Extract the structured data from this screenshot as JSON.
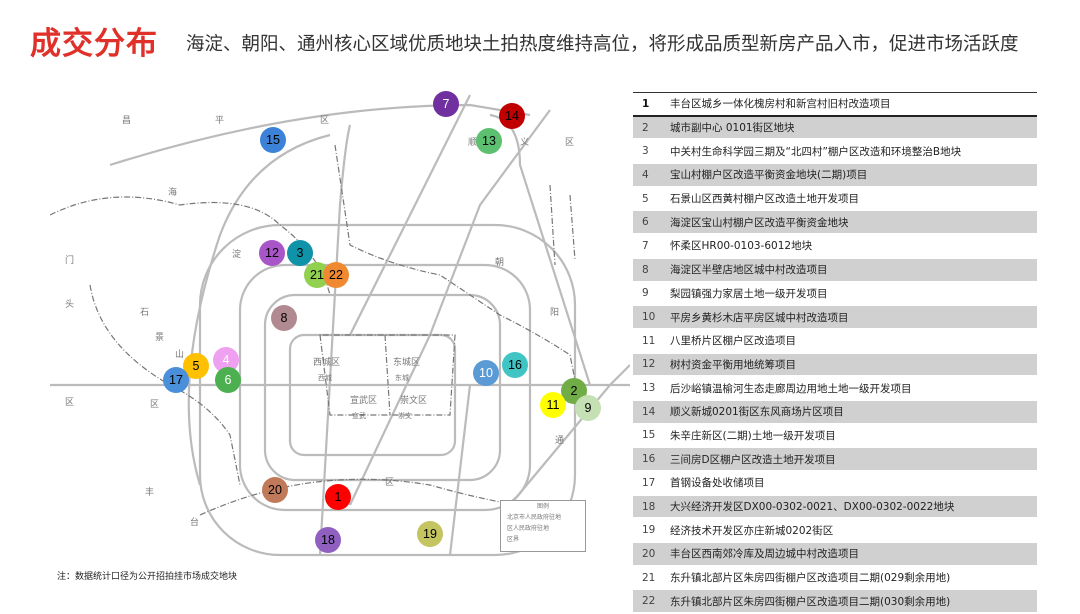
{
  "header": {
    "title": "成交分布",
    "subtitle": "海淀、朝阳、通州核心区域优质地块土拍热度维持高位，将形成品质型新房产品入市，促进市场活跃度"
  },
  "colors": {
    "title": "#e0302a",
    "table_shade": "#d0d0d0"
  },
  "map": {
    "district_labels": [
      "昌",
      "平",
      "区",
      "海",
      "淀",
      "门",
      "头",
      "石",
      "景",
      "山",
      "区",
      "顺",
      "义",
      "区",
      "朝",
      "阳",
      "西城区",
      "东城区",
      "宣武区",
      "崇文区",
      "丰",
      "台",
      "区",
      "西城",
      "东城",
      "宣武",
      "崇文",
      "通",
      "区"
    ],
    "legend": {
      "title": "图例",
      "items": [
        "北京市人民政府驻地",
        "区人民政府驻地",
        "区界"
      ]
    },
    "markers": [
      {
        "n": "1",
        "color": "#ff0000",
        "text": "#000"
      },
      {
        "n": "2",
        "color": "#70ad47",
        "text": "#000"
      },
      {
        "n": "3",
        "color": "#1092a8",
        "text": "#000"
      },
      {
        "n": "4",
        "color": "#f0a0f0",
        "text": "#fff"
      },
      {
        "n": "5",
        "color": "#ffc000",
        "text": "#000"
      },
      {
        "n": "6",
        "color": "#4cb050",
        "text": "#fff"
      },
      {
        "n": "7",
        "color": "#7030a0",
        "text": "#fff"
      },
      {
        "n": "8",
        "color": "#b08a90",
        "text": "#000"
      },
      {
        "n": "9",
        "color": "#c5e0b4",
        "text": "#000"
      },
      {
        "n": "10",
        "color": "#5b9bd5",
        "text": "#fff"
      },
      {
        "n": "11",
        "color": "#ffff00",
        "text": "#000"
      },
      {
        "n": "12",
        "color": "#a855c8",
        "text": "#000"
      },
      {
        "n": "13",
        "color": "#5cc070",
        "text": "#000"
      },
      {
        "n": "14",
        "color": "#c00000",
        "text": "#000"
      },
      {
        "n": "15",
        "color": "#3b82d8",
        "text": "#000"
      },
      {
        "n": "16",
        "color": "#40c4c4",
        "text": "#000"
      },
      {
        "n": "17",
        "color": "#4a8fd9",
        "text": "#000"
      },
      {
        "n": "18",
        "color": "#9060c0",
        "text": "#000"
      },
      {
        "n": "19",
        "color": "#c4c460",
        "text": "#000"
      },
      {
        "n": "20",
        "color": "#c07a5a",
        "text": "#000"
      },
      {
        "n": "21",
        "color": "#92d050",
        "text": "#000"
      },
      {
        "n": "22",
        "color": "#f08a30",
        "text": "#000"
      }
    ]
  },
  "table": {
    "rows": [
      {
        "n": "1",
        "name": "丰台区城乡一体化槐房村和新宫村旧村改造项目"
      },
      {
        "n": "2",
        "name": "城市副中心 0101街区地块"
      },
      {
        "n": "3",
        "name": "中关村生命科学园三期及“北四村”棚户区改造和环境整治B地块"
      },
      {
        "n": "4",
        "name": "宝山村棚户区改造平衡资金地块(二期)项目"
      },
      {
        "n": "5",
        "name": "石景山区西黄村棚户区改造土地开发项目"
      },
      {
        "n": "6",
        "name": "海淀区宝山村棚户区改造平衡资金地块"
      },
      {
        "n": "7",
        "name": "怀柔区HR00-0103-6012地块"
      },
      {
        "n": "8",
        "name": "海淀区半壁店地区城中村改造项目"
      },
      {
        "n": "9",
        "name": "梨园镇强力家居土地一级开发项目"
      },
      {
        "n": "10",
        "name": "平房乡黄杉木店平房区城中村改造项目"
      },
      {
        "n": "11",
        "name": "八里桥片区棚户区改造项目"
      },
      {
        "n": "12",
        "name": "树村资金平衡用地统筹项目"
      },
      {
        "n": "13",
        "name": "后沙峪镇温榆河生态走廊周边用地土地一级开发项目"
      },
      {
        "n": "14",
        "name": "顺义新城0201街区东风商场片区项目"
      },
      {
        "n": "15",
        "name": "朱辛庄新区(二期)土地一级开发项目"
      },
      {
        "n": "16",
        "name": "三间房D区棚户区改造土地开发项目"
      },
      {
        "n": "17",
        "name": "首钢设备处收储项目"
      },
      {
        "n": "18",
        "name": "大兴经济开发区DX00-0302-0021、DX00-0302-0022地块"
      },
      {
        "n": "19",
        "name": "经济技术开发区亦庄新城0202街区"
      },
      {
        "n": "20",
        "name": "丰台区西南郊冷库及周边城中村改造项目"
      },
      {
        "n": "21",
        "name": "东升镇北部片区朱房四街棚户区改造项目二期(029剩余用地)"
      },
      {
        "n": "22",
        "name": "东升镇北部片区朱房四街棚户区改造项目二期(030剩余用地)"
      }
    ]
  },
  "footnote": "注：数据统计口径为公开招拍挂市场成交地块"
}
